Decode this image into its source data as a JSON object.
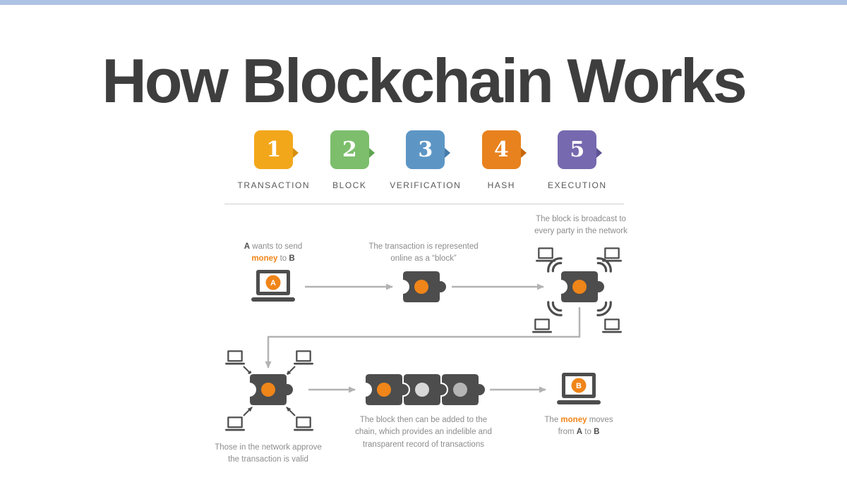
{
  "title": "How Blockchain Works",
  "colors": {
    "accent_orange": "#F08519",
    "dark_gray": "#4D4D4D",
    "arrow_gray": "#B3B3B3",
    "caption_gray": "#8C8C8C",
    "top_bar": "#AEC3E3",
    "chain_circle_mid": "#D8D8D8",
    "chain_circle_last": "#B5B5B5",
    "title_color": "#3E3E3E"
  },
  "steps": [
    {
      "num": "1",
      "label": "TRANSACTION",
      "color": "#F2A71B",
      "tail": "#D68E10"
    },
    {
      "num": "2",
      "label": "BLOCK",
      "color": "#7CBE6C",
      "tail": "#5FA452"
    },
    {
      "num": "3",
      "label": "VERIFICATION",
      "color": "#5D96C5",
      "tail": "#457CA9"
    },
    {
      "num": "4",
      "label": "HASH",
      "color": "#E8821E",
      "tail": "#C4680D"
    },
    {
      "num": "5",
      "label": "EXECUTION",
      "color": "#7769AF",
      "tail": "#5E5293"
    }
  ],
  "captions": {
    "send": {
      "a": "A",
      "t1": " wants to send",
      "money": "money",
      "t2": " to ",
      "b": "B"
    },
    "block": "The transaction is represented\nonline as a “block”",
    "broadcast": "The block is broadcast to\nevery party in the network",
    "approve": "Those in the network approve\nthe transaction is valid",
    "chain": "The block then can be added to the\nchain, which provides an indelible and\ntransparent record of transactions",
    "money_moves": {
      "t1": "The ",
      "money": "money",
      "t2": " moves",
      "t3": "from ",
      "a": "A",
      "t4": " to ",
      "b": "B"
    }
  },
  "laptops": {
    "a_letter": "A",
    "b_letter": "B"
  }
}
